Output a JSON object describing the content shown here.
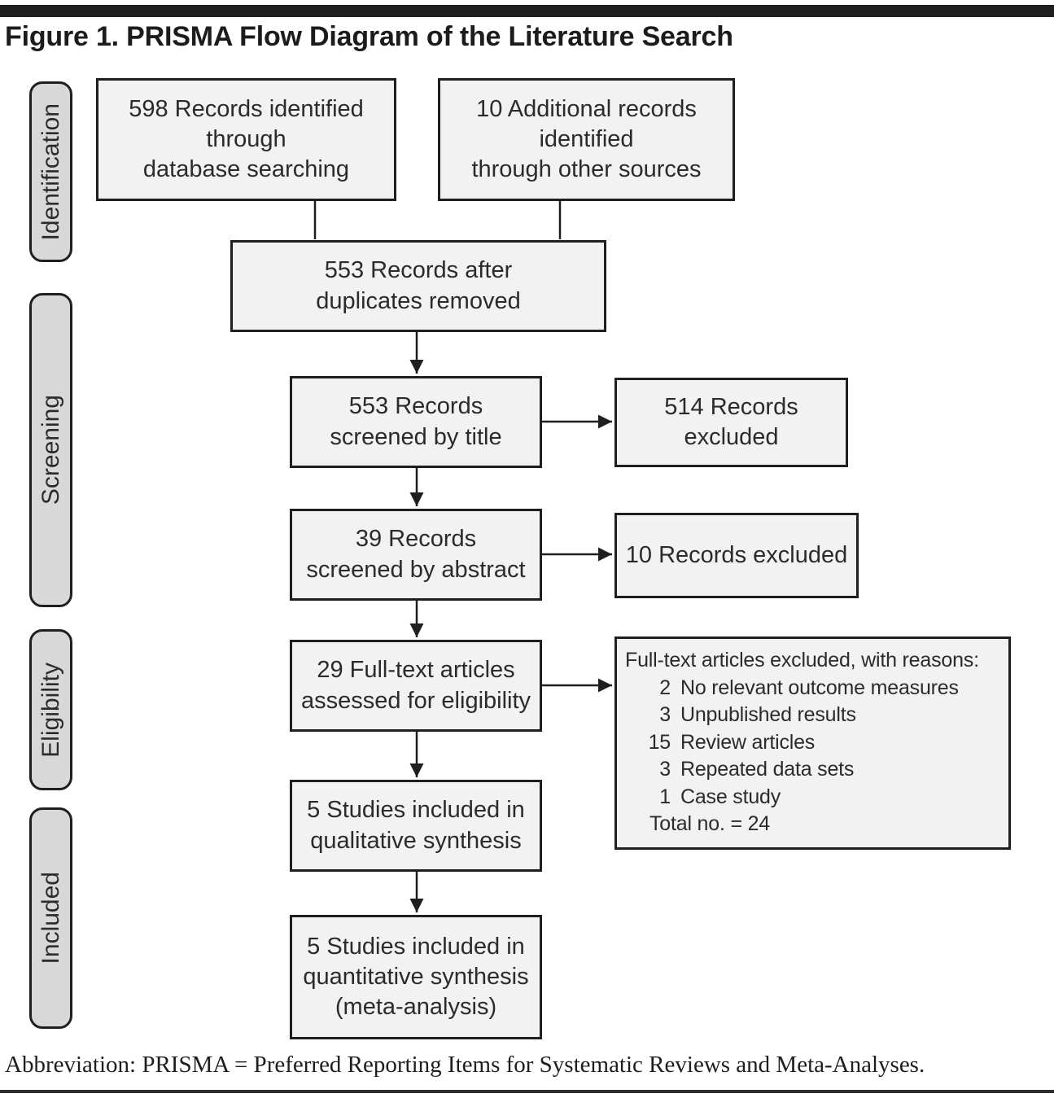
{
  "figure": {
    "title": "Figure 1. PRISMA Flow Diagram of the Literature Search",
    "footnote": "Abbreviation: PRISMA = Preferred Reporting Items for Systematic Reviews and Meta-Analyses."
  },
  "stages": [
    {
      "label": "Identification"
    },
    {
      "label": "Screening"
    },
    {
      "label": "Eligibility"
    },
    {
      "label": "Included"
    }
  ],
  "boxes": {
    "identified": {
      "lines": [
        "598 Records identified",
        "through",
        "database searching"
      ]
    },
    "additional": {
      "lines": [
        "10 Additional records",
        "identified",
        "through other sources"
      ]
    },
    "deduplicated": {
      "lines": [
        "553 Records after",
        "duplicates removed"
      ]
    },
    "screened_title": {
      "lines": [
        "553 Records",
        "screened by title"
      ]
    },
    "excluded_title": {
      "lines": [
        "514 Records",
        "excluded"
      ]
    },
    "screened_abstract": {
      "lines": [
        "39 Records",
        "screened by abstract"
      ]
    },
    "excluded_abstract": {
      "lines": [
        "10 Records excluded"
      ]
    },
    "fulltext_assessed": {
      "lines": [
        "29 Full-text articles",
        "assessed for eligibility"
      ]
    },
    "fulltext_excluded": {
      "header": "Full-text articles excluded, with reasons:",
      "reasons": [
        {
          "count": "2",
          "label": "No relevant outcome measures"
        },
        {
          "count": "3",
          "label": "Unpublished results"
        },
        {
          "count": "15",
          "label": "Review articles"
        },
        {
          "count": "3",
          "label": "Repeated data sets"
        },
        {
          "count": "1",
          "label": "Case study"
        }
      ],
      "total": "Total no. = 24"
    },
    "qualitative": {
      "lines": [
        "5 Studies included in",
        "qualitative synthesis"
      ]
    },
    "quantitative": {
      "lines": [
        "5 Studies included in",
        "quantitative synthesis",
        "(meta-analysis)"
      ]
    }
  },
  "colors": {
    "box_fill": "#f2f2f2",
    "stage_fill": "#d8d8d8",
    "line": "#1f1f1f",
    "text": "#2b2b2b"
  }
}
